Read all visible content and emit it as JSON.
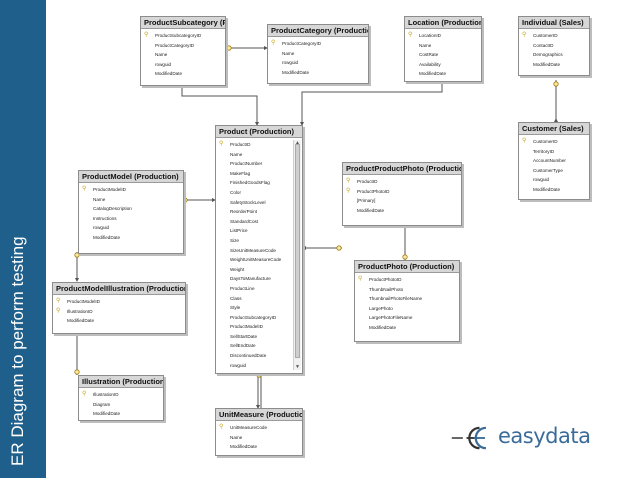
{
  "sidebar": {
    "title": "ER Diagram to perform testing"
  },
  "brand": {
    "name": "easydata"
  },
  "tables": {
    "product_subcategory": {
      "title": "ProductSubcategory (Pro",
      "columns": [
        "ProductSubcategoryID",
        "ProductCategoryID",
        "Name",
        "rowguid",
        "ModifiedDate"
      ]
    },
    "product_category": {
      "title": "ProductCategory (Production)",
      "columns": [
        "ProductCategoryID",
        "Name",
        "rowguid",
        "ModifiedDate"
      ]
    },
    "location": {
      "title": "Location (Production)",
      "columns": [
        "LocationID",
        "Name",
        "CostRate",
        "Availability",
        "ModifiedDate"
      ]
    },
    "individual": {
      "title": "Individual (Sales)",
      "columns": [
        "CustomerID",
        "ContactID",
        "Demographics",
        "ModifiedDate"
      ]
    },
    "customer": {
      "title": "Customer (Sales)",
      "columns": [
        "CustomerID",
        "TerritoryID",
        "AccountNumber",
        "CustomerType",
        "rowguid",
        "ModifiedDate"
      ]
    },
    "product": {
      "title": "Product (Production)",
      "columns": [
        "ProductID",
        "Name",
        "ProductNumber",
        "MakeFlag",
        "FinishedGoodsFlag",
        "Color",
        "SafetyStockLevel",
        "ReorderPoint",
        "StandardCost",
        "ListPrice",
        "Size",
        "SizeUnitMeasureCode",
        "WeightUnitMeasureCode",
        "Weight",
        "DaysToManufacture",
        "ProductLine",
        "Class",
        "Style",
        "ProductSubcategoryID",
        "ProductModelID",
        "SellStartDate",
        "SellEndDate",
        "DiscontinuedDate",
        "rowguid"
      ]
    },
    "product_model": {
      "title": "ProductModel (Production)",
      "columns": [
        "ProductModelID",
        "Name",
        "CatalogDescription",
        "Instructions",
        "rowguid",
        "ModifiedDate"
      ]
    },
    "product_product_photo": {
      "title": "ProductProductPhoto (Production)",
      "columns": [
        "ProductID",
        "ProductPhotoID",
        "[Primary]",
        "ModifiedDate"
      ]
    },
    "product_photo": {
      "title": "ProductPhoto (Production)",
      "columns": [
        "ProductPhotoID",
        "ThumbNailPhoto",
        "ThumbnailPhotoFileName",
        "LargePhoto",
        "LargePhotoFileName",
        "ModifiedDate"
      ]
    },
    "product_model_illustration": {
      "title": "ProductModelIllustration (Production)",
      "columns": [
        "ProductModelID",
        "IllustrationID",
        "ModifiedDate"
      ]
    },
    "illustration": {
      "title": "Illustration (Production)",
      "columns": [
        "IllustrationID",
        "Diagram",
        "ModifiedDate"
      ]
    },
    "unit_measure": {
      "title": "UnitMeasure (Production",
      "columns": [
        "UnitMeasureCode",
        "Name",
        "ModifiedDate"
      ]
    }
  }
}
